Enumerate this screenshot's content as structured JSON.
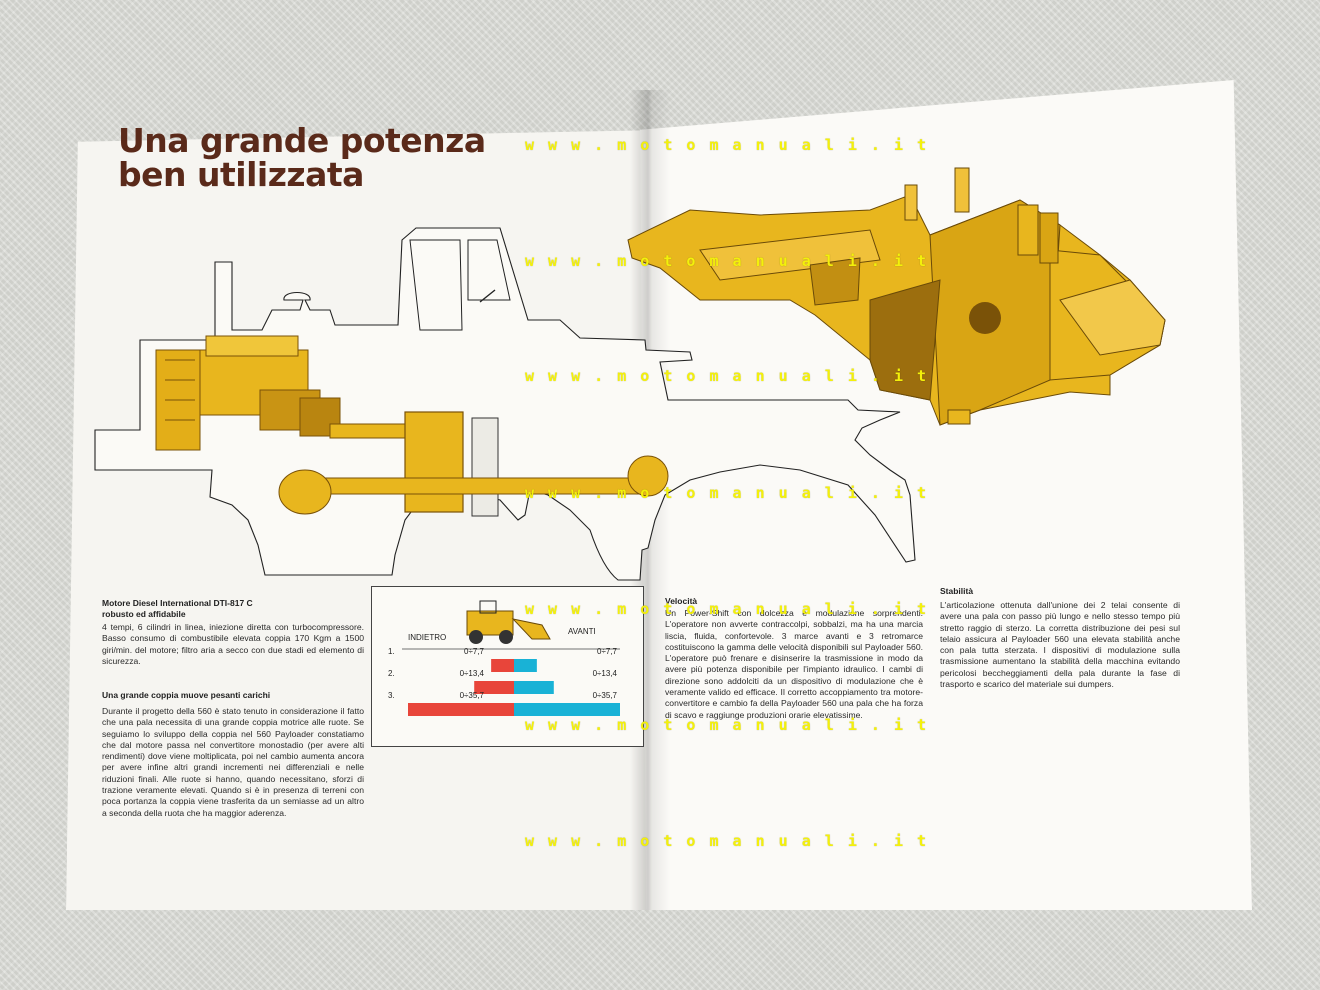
{
  "watermark": "w w w . m o t o m a n u a l i . i t",
  "title": {
    "line1": "Una grande potenza",
    "line2": "ben utilizzata"
  },
  "engine": {
    "heading_line1": "Motore Diesel International DTI-817 C",
    "heading_line2": "robusto ed affidabile",
    "body": "4 tempi, 6 cilindri in linea, iniezione diretta con turbocompressore. Basso consumo di combustibile elevata coppia 170 Kgm a 1500 giri/min. del motore; filtro aria a secco con due stadi ed elemento di sicurezza."
  },
  "torque": {
    "heading": "Una grande coppia muove pesanti carichi",
    "body": "Durante il progetto della 560 è stato tenuto in considerazione il fatto che una pala necessita di una grande coppia motrice alle ruote. Se seguiamo lo sviluppo della coppia nel 560 Payloader constatiamo che dal motore passa nel convertitore monostadio (per avere alti rendimenti) dove viene moltiplicata, poi nel cambio aumenta ancora per avere infine altri grandi incrementi nei differenziali e nelle riduzioni finali. Alle ruote si hanno, quando necessitano, sforzi di trazione veramente elevati. Quando si è in presenza di terreni con poca portanza la coppia viene trasferita da un semiasse ad un altro a seconda della ruota che ha maggior aderenza."
  },
  "speed": {
    "heading": "Velocità",
    "body": "Un Power-Shift con dolcezza e modulazione sorprendenti. L'operatore non avverte contraccolpi, sobbalzi, ma ha una marcia liscia, fluida, confortevole. 3 marce avanti e 3 retromarce costituiscono la gamma delle velocità disponibili sul Payloader 560. L'operatore può frenare e disinserire la trasmissione in modo da avere più potenza disponibile per l'impianto idraulico. I cambi di direzione sono addolciti da un dispositivo di modulazione che è veramente valido ed efficace. Il corretto accoppiamento tra motore-convertitore e cambio fa della Payloader 560 una pala che ha forza di scavo e raggiunge produzioni orarie elevatissime."
  },
  "stability": {
    "heading": "Stabilità",
    "body": "L'articolazione ottenuta dall'unione dei 2 telai consente di avere una pala con passo più lungo e nello stesso tempo più stretto raggio di sterzo. La corretta distribuzione dei pesi sul telaio assicura al Payloader 560 una elevata stabilità anche con pala tutta sterzata. I dispositivi di modulazione sulla trasmissione aumentano la stabilità della macchina evitando pericolosi beccheggiamenti della pala durante la fase di trasporto e scarico del materiale sui dumpers."
  },
  "chart_data": {
    "type": "bar",
    "legend_left": "INDIETRO",
    "legend_right": "AVANTI",
    "categories": [
      "1.",
      "2.",
      "3."
    ],
    "series": [
      {
        "name": "INDIETRO",
        "color": "#e8453a",
        "values": [
          7.7,
          13.4,
          35.7
        ],
        "labels": [
          "0÷7,7",
          "0÷13,4",
          "0÷35,7"
        ]
      },
      {
        "name": "AVANTI",
        "color": "#19b2d6",
        "values": [
          7.7,
          13.4,
          35.7
        ],
        "labels": [
          "0÷7,7",
          "0÷13,4",
          "0÷35,7"
        ]
      }
    ],
    "xlim": [
      0,
      35.7
    ]
  },
  "colors": {
    "title": "#5a2a1a",
    "machine_yellow": "#e8b61e",
    "machine_dark": "#8a5e0c"
  }
}
